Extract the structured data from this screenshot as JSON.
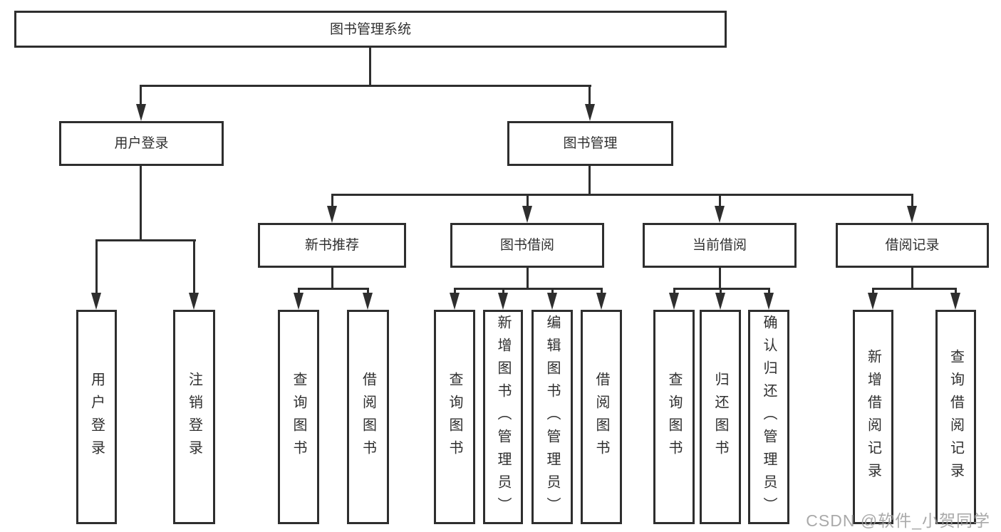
{
  "title": "图书管理系统",
  "colors": {
    "line": "#2e2e2e",
    "text": "#2f2f2f",
    "background": "#ffffff",
    "watermark": "#9b9b9b"
  },
  "nodes": {
    "root": "图书管理系统",
    "level2": [
      "用户登录",
      "图书管理"
    ],
    "level3": [
      "新书推荐",
      "图书借阅",
      "当前借阅",
      "借阅记录"
    ],
    "leaves": [
      "用户登录",
      "注销登录",
      "查询图书",
      "借阅图书",
      "查询图书",
      "新增图书（管理员）",
      "编辑图书（管理员）",
      "借阅图书",
      "查询图书",
      "归还图书",
      "确认归还（管理员）",
      "新增借阅记录",
      "查询借阅记录"
    ]
  },
  "watermark": {
    "text": "CSDN @软件_小贺同学"
  }
}
